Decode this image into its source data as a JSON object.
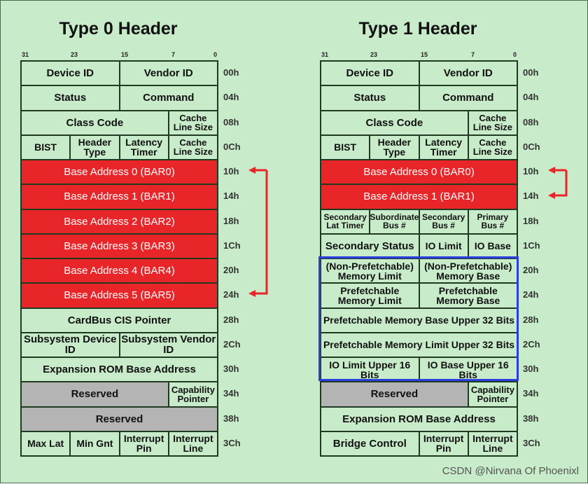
{
  "type0": {
    "title": "Type 0 Header",
    "bits": [
      "31",
      "23",
      "15",
      "7",
      "0"
    ],
    "rows": [
      [
        {
          "t": "Device ID",
          "s": 2,
          "f": 15
        },
        {
          "t": "Vendor ID",
          "s": 2,
          "f": 15
        }
      ],
      [
        {
          "t": "Status",
          "s": 2,
          "f": 15
        },
        {
          "t": "Command",
          "s": 2,
          "f": 15
        }
      ],
      [
        {
          "t": "Class Code",
          "s": 3,
          "f": 15
        },
        {
          "t": "Cache Line Size",
          "s": 1,
          "f": 13
        }
      ],
      [
        {
          "t": "BIST",
          "s": 1,
          "f": 14
        },
        {
          "t": "Header Type",
          "s": 1,
          "f": 14
        },
        {
          "t": "Latency Timer",
          "s": 1,
          "f": 14
        },
        {
          "t": "Cache Line Size",
          "s": 1,
          "f": 13
        }
      ],
      [
        {
          "t": "Base Address 0 (BAR0)",
          "s": 4,
          "f": 15,
          "c": "red"
        }
      ],
      [
        {
          "t": "Base Address 1 (BAR1)",
          "s": 4,
          "f": 15,
          "c": "red"
        }
      ],
      [
        {
          "t": "Base Address 2 (BAR2)",
          "s": 4,
          "f": 15,
          "c": "red"
        }
      ],
      [
        {
          "t": "Base Address 3 (BAR3)",
          "s": 4,
          "f": 15,
          "c": "red"
        }
      ],
      [
        {
          "t": "Base Address 4 (BAR4)",
          "s": 4,
          "f": 15,
          "c": "red"
        }
      ],
      [
        {
          "t": "Base Address 5 (BAR5)",
          "s": 4,
          "f": 15,
          "c": "red"
        }
      ],
      [
        {
          "t": "CardBus CIS Pointer",
          "s": 4,
          "f": 15
        }
      ],
      [
        {
          "t": "Subsystem Device ID",
          "s": 2,
          "f": 15
        },
        {
          "t": "Subsystem Vendor ID",
          "s": 2,
          "f": 15
        }
      ],
      [
        {
          "t": "Expansion ROM Base Address",
          "s": 4,
          "f": 15
        }
      ],
      [
        {
          "t": "Reserved",
          "s": 3,
          "f": 15,
          "c": "gray"
        },
        {
          "t": "Capability Pointer",
          "s": 1,
          "f": 13
        }
      ],
      [
        {
          "t": "Reserved",
          "s": 4,
          "f": 15,
          "c": "gray"
        }
      ],
      [
        {
          "t": "Max Lat",
          "s": 1,
          "f": 14
        },
        {
          "t": "Min Gnt",
          "s": 1,
          "f": 14
        },
        {
          "t": "Interrupt Pin",
          "s": 1,
          "f": 14
        },
        {
          "t": "Interrupt Line",
          "s": 1,
          "f": 14
        }
      ]
    ]
  },
  "type1": {
    "title": "Type 1 Header",
    "bits": [
      "31",
      "23",
      "15",
      "7",
      "0"
    ],
    "rows": [
      [
        {
          "t": "Device ID",
          "s": 2,
          "f": 15
        },
        {
          "t": "Vendor ID",
          "s": 2,
          "f": 15
        }
      ],
      [
        {
          "t": "Status",
          "s": 2,
          "f": 15
        },
        {
          "t": "Command",
          "s": 2,
          "f": 15
        }
      ],
      [
        {
          "t": "Class Code",
          "s": 3,
          "f": 15
        },
        {
          "t": "Cache Line Size",
          "s": 1,
          "f": 13
        }
      ],
      [
        {
          "t": "BIST",
          "s": 1,
          "f": 14
        },
        {
          "t": "Header Type",
          "s": 1,
          "f": 14
        },
        {
          "t": "Latency Timer",
          "s": 1,
          "f": 14
        },
        {
          "t": "Cache Line Size",
          "s": 1,
          "f": 13
        }
      ],
      [
        {
          "t": "Base Address 0 (BAR0)",
          "s": 4,
          "f": 15,
          "c": "red"
        }
      ],
      [
        {
          "t": "Base Address 1 (BAR1)",
          "s": 4,
          "f": 15,
          "c": "red"
        }
      ],
      [
        {
          "t": "Secondary Lat Timer",
          "s": 1,
          "f": 12
        },
        {
          "t": "Subordinate Bus #",
          "s": 1,
          "f": 12
        },
        {
          "t": "Secondary Bus #",
          "s": 1,
          "f": 12
        },
        {
          "t": "Primary Bus #",
          "s": 1,
          "f": 12
        }
      ],
      [
        {
          "t": "Secondary Status",
          "s": 2,
          "f": 15
        },
        {
          "t": "IO Limit",
          "s": 1,
          "f": 14
        },
        {
          "t": "IO Base",
          "s": 1,
          "f": 14
        }
      ],
      [
        {
          "t": "(Non-Prefetchable) Memory Limit",
          "s": 2,
          "f": 14
        },
        {
          "t": "(Non-Prefetchable) Memory Base",
          "s": 2,
          "f": 14
        }
      ],
      [
        {
          "t": "Prefetchable Memory Limit",
          "s": 2,
          "f": 14
        },
        {
          "t": "Prefetchable Memory Base",
          "s": 2,
          "f": 14
        }
      ],
      [
        {
          "t": "Prefetchable Memory Base Upper 32 Bits",
          "s": 4,
          "f": 14
        }
      ],
      [
        {
          "t": "Prefetchable Memory Limit Upper 32 Bits",
          "s": 4,
          "f": 14
        }
      ],
      [
        {
          "t": "IO Limit Upper 16 Bits",
          "s": 2,
          "f": 14
        },
        {
          "t": "IO Base Upper 16 Bits",
          "s": 2,
          "f": 14
        }
      ],
      [
        {
          "t": "Reserved",
          "s": 3,
          "f": 15,
          "c": "gray"
        },
        {
          "t": "Capability Pointer",
          "s": 1,
          "f": 13
        }
      ],
      [
        {
          "t": "Expansion ROM Base Address",
          "s": 4,
          "f": 15
        }
      ],
      [
        {
          "t": "Bridge Control",
          "s": 2,
          "f": 15
        },
        {
          "t": "Interrupt Pin",
          "s": 1,
          "f": 14
        },
        {
          "t": "Interrupt Line",
          "s": 1,
          "f": 14
        }
      ]
    ]
  },
  "offsets": [
    "00h",
    "04h",
    "08h",
    "0Ch",
    "10h",
    "14h",
    "18h",
    "1Ch",
    "20h",
    "24h",
    "28h",
    "2Ch",
    "30h",
    "34h",
    "38h",
    "3Ch"
  ],
  "colors": {
    "background": "#c8ebc9",
    "bar_red": "#e8262a",
    "reserved_gray": "#b4b4b4",
    "arrow_red": "#e8262a",
    "highlight_blue": "#2b3fe0"
  },
  "watermark": "CSDN @Nirvana Of Phoenixl"
}
